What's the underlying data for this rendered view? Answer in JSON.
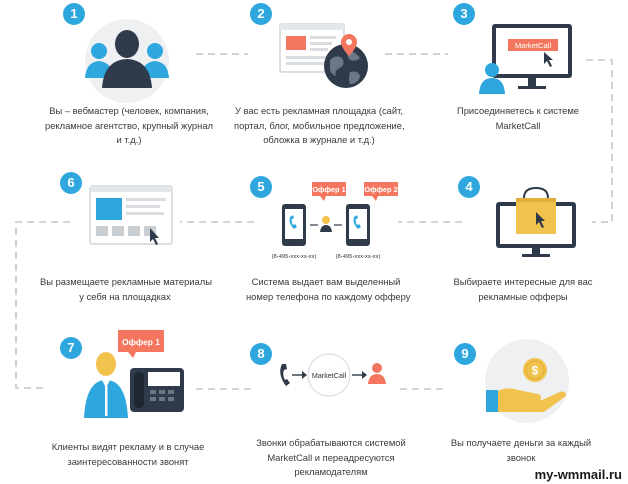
{
  "colors": {
    "accent": "#2ea7df",
    "offer": "#f4765e",
    "connector": "#bfc9c7",
    "monitor": "#2f3a4a",
    "coin": "#f1c24d",
    "circle": "#eef0f2"
  },
  "steps": [
    {
      "number": "1",
      "icon": "webmaster-group-icon",
      "lines": [
        "Вы – вебмастер (человек, компания,",
        "рекламное агентство, крупный журнал",
        "и т.д.)"
      ]
    },
    {
      "number": "2",
      "icon": "ad-platform-globe-icon",
      "lines": [
        "У вас есть рекламная площадка (сайт,",
        "портал, блог, мобильное предложение,",
        "обложка в журнале и т.д.)"
      ]
    },
    {
      "number": "3",
      "icon": "join-marketcall-icon",
      "lines": [
        "Присоединяетесь к системе",
        "MarketCall"
      ]
    },
    {
      "number": "4",
      "icon": "shopping-bag-monitor-icon",
      "lines": [
        "Выбираете интересные для вас",
        "рекламные офферы"
      ]
    },
    {
      "number": "5",
      "icon": "phones-with-offers-icon",
      "lines": [
        "Система выдает вам выделенный",
        "номер телефона по каждому офферу"
      ]
    },
    {
      "number": "6",
      "icon": "ad-layout-window-icon",
      "lines": [
        "Вы размещаете рекламные материалы",
        "у себя на площадках"
      ]
    },
    {
      "number": "7",
      "icon": "client-calling-icon",
      "lines": [
        "Клиенты видят рекламу и в случае",
        "заинтересованности звонят"
      ]
    },
    {
      "number": "8",
      "icon": "call-routing-icon",
      "lines": [
        "Звонки обрабатываются системой",
        "MarketCall и переадресуются",
        "рекламодателям"
      ]
    },
    {
      "number": "9",
      "icon": "money-in-hand-icon",
      "lines": [
        "Вы получаете деньги за каждый",
        "звонок"
      ]
    }
  ],
  "labels": {
    "marketcall_screen": "MarketCall",
    "marketcall_node": "MarketCall",
    "offer1": "Оффер 1",
    "offer2": "Оффер 2",
    "phone_number_1": "(8-495-xxx-xx-xx)",
    "phone_number_2": "(8-495-xxx-xx-xx)",
    "offer_client": "Оффер 1",
    "coin_symbol": "$"
  },
  "watermark": "my-wmmail.ru"
}
